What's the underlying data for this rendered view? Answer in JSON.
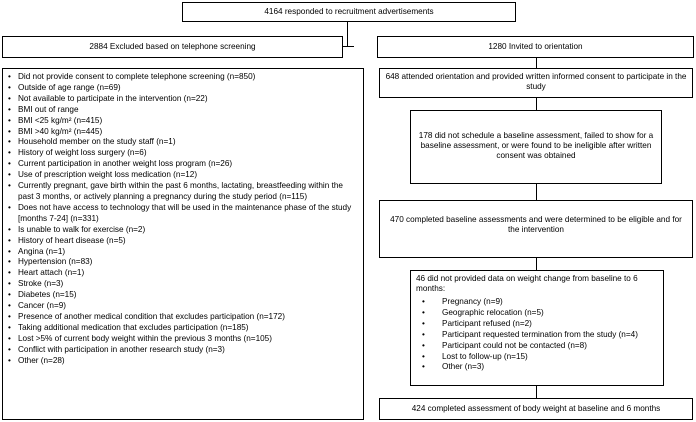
{
  "top": {
    "text": "4164 responded to recruitment advertisements"
  },
  "excluded": {
    "title": "2884 Excluded based on telephone screening"
  },
  "invited": {
    "text": "1280 Invited to orientation"
  },
  "exclusion_reasons": [
    "Did not provide consent to complete telephone screening (n=850)",
    "Outside of age range (n=69)",
    "Not available to participate in the intervention (n=22)",
    "BMI out of range",
    "BMI <25 kg/m² (n=415)",
    "BMI >40 kg/m² (n=445)",
    "Household member on the study staff (n=1)",
    "History of weight loss surgery (n=6)",
    "Current participation in another weight loss program (n=26)",
    "Use of prescription weight loss medication (n=12)",
    "Currently pregnant, gave birth within the past 6 months, lactating, breastfeeding within the past 3 months, or actively planning a pregnancy during the study period (n=115)",
    "Does not have access to technology that will be used in the maintenance phase of the study [months 7-24] (n=331)",
    "Is unable to walk for exercise (n=2)",
    "History of heart disease (n=5)",
    "Angina (n=1)",
    "Hypertension (n=83)",
    "Heart attach (n=1)",
    "Stroke (n=3)",
    "Diabetes (n=15)",
    "Cancer (n=9)",
    "Presence of another medical condition that excludes participation (n=172)",
    "Taking additional medication that excludes participation (n=185)",
    "Lost >5% of current body weight within the previous 3 months (n=105)",
    "Conflict with participation in another research study (n=3)",
    "Other (n=28)"
  ],
  "orientation": {
    "text": "648 attended orientation and provided written informed consent to participate in the study"
  },
  "no_baseline": {
    "text": "178 did not schedule a baseline assessment, failed to show for a baseline assessment, or were found to be ineligible after written consent was obtained"
  },
  "eligible": {
    "text": "470 completed baseline assessments and were determined to be eligible and for the intervention"
  },
  "no_data": {
    "title": "46 did not provided data on weight change from baseline to 6 months:",
    "items": [
      "Pregnancy (n=9)",
      "Geographic relocation (n=5)",
      "Participant refused (n=2)",
      "Participant requested termination from the study (n=4)",
      "Participant could not be contacted (n=8)",
      "Lost to follow-up (n=15)",
      "Other (n=3)"
    ]
  },
  "completed": {
    "text": "424 completed assessment of body weight at baseline and 6 months"
  },
  "bullet": "•"
}
